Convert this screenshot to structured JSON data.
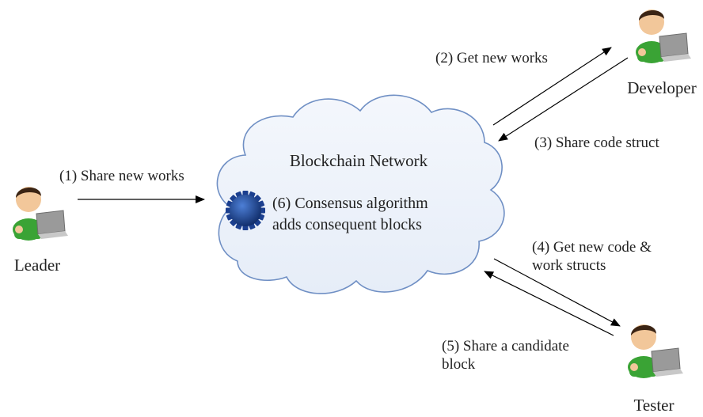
{
  "cloud": {
    "title": "Blockchain Network",
    "consensus_line1": "(6) Consensus algorithm",
    "consensus_line2": "adds consequent blocks",
    "fill": "#eef3fb",
    "stroke": "#6f8fc4"
  },
  "actors": {
    "leader": "Leader",
    "developer": "Developer",
    "tester": "Tester"
  },
  "edges": {
    "share_new_works": "(1) Share new works",
    "get_new_works": "(2) Get new works",
    "share_code_struct": "(3) Share code struct",
    "get_new_code_line1": "(4) Get new code &",
    "get_new_code_line2": "work structs",
    "share_candidate_line1": "(5) Share a candidate",
    "share_candidate_line2": "block"
  },
  "colors": {
    "shirt": "#3aa335",
    "skin": "#f2c79a",
    "hair": "#3b2414",
    "laptop": "#9a9a9a",
    "gear": "#1b3f8f",
    "arrow": "#000000"
  },
  "icons": {
    "actor": "person-with-laptop-icon",
    "consensus": "gear-icon"
  }
}
